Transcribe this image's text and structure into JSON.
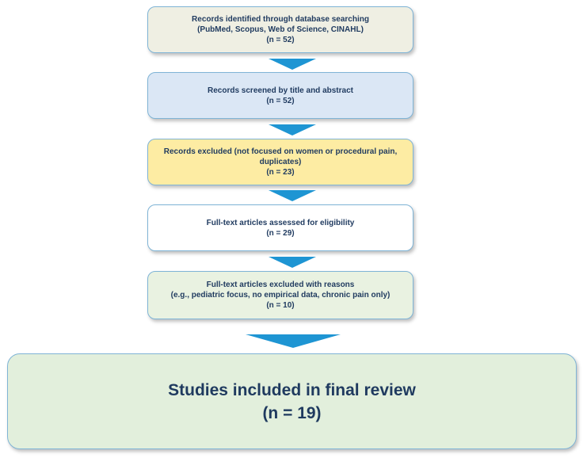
{
  "diagram": {
    "boxes": [
      {
        "id": "identified",
        "lines": [
          "Records identified through database searching",
          "(PubMed, Scopus, Web of Science, CINAHL)",
          "(n = 52)"
        ],
        "fill": "#efefe3"
      },
      {
        "id": "screened",
        "lines": [
          "Records screened by title and abstract",
          "(n = 52)"
        ],
        "fill": "#dbe7f5"
      },
      {
        "id": "excluded",
        "lines": [
          "Records excluded (not focused on women or procedural pain,",
          "duplicates)",
          "(n = 23)"
        ],
        "fill": "#fdeca3"
      },
      {
        "id": "fulltext-assessed",
        "lines": [
          "Full-text articles assessed for eligibility",
          "(n = 29)"
        ],
        "fill": "#ffffff"
      },
      {
        "id": "fulltext-excluded",
        "lines": [
          "Full-text articles excluded with reasons",
          "(e.g., pediatric focus, no empirical data, chronic pain only)",
          "(n = 10)"
        ],
        "fill": "#e9f2e1"
      },
      {
        "id": "included",
        "lines": [
          "Studies included in final review",
          "(n = 19)"
        ],
        "fill": "#e2efdc"
      }
    ],
    "arrow_color": "#1e95d3"
  }
}
